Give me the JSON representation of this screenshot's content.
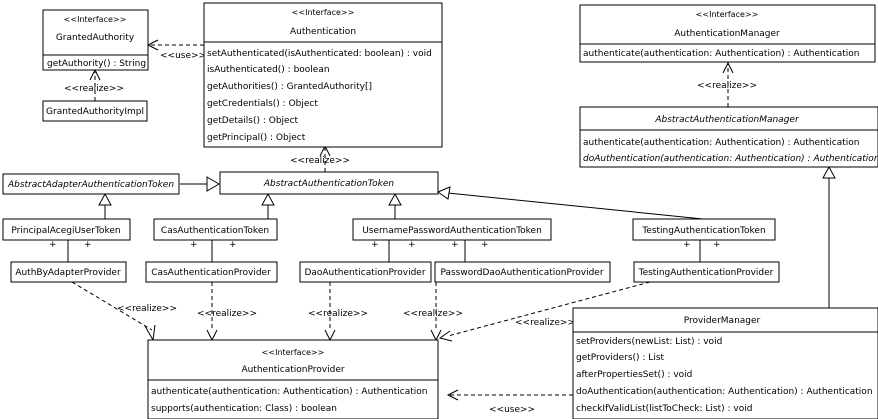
{
  "stereotype_interface": "<<Interface>>",
  "granted_authority": {
    "name": "GrantedAuthority",
    "ops": [
      "getAuthority() : String"
    ]
  },
  "granted_authority_impl": {
    "name": "GrantedAuthorityImpl"
  },
  "authentication": {
    "name": "Authentication",
    "ops": [
      "setAuthenticated(isAuthenticated: boolean) : void",
      "isAuthenticated() : boolean",
      "getAuthorities() : GrantedAuthority[]",
      "getCredentials() : Object",
      "getDetails() : Object",
      "getPrincipal() : Object"
    ]
  },
  "authentication_manager": {
    "name": "AuthenticationManager",
    "ops": [
      "authenticate(authentication: Authentication) : Authentication"
    ]
  },
  "abstract_authentication_manager": {
    "name": "AbstractAuthenticationManager",
    "ops": [
      "authenticate(authentication: Authentication) : Authentication",
      "doAuthentication(authentication: Authentication) : Authentication"
    ]
  },
  "abstract_adapter_token": {
    "name": "AbstractAdapterAuthenticationToken"
  },
  "abstract_authentication_token": {
    "name": "AbstractAuthenticationToken"
  },
  "principal_acegi_user_token": {
    "name": "PrincipalAcegiUserToken"
  },
  "cas_authentication_token": {
    "name": "CasAuthenticationToken"
  },
  "username_password_token": {
    "name": "UsernamePasswordAuthenticationToken"
  },
  "testing_authentication_token": {
    "name": "TestingAuthenticationToken"
  },
  "auth_by_adapter_provider": {
    "name": "AuthByAdapterProvider"
  },
  "cas_authentication_provider": {
    "name": "CasAuthenticationProvider"
  },
  "dao_authentication_provider": {
    "name": "DaoAuthenticationProvider"
  },
  "password_dao_authentication_provider": {
    "name": "PasswordDaoAuthenticationProvider"
  },
  "testing_authentication_provider": {
    "name": "TestingAuthenticationProvider"
  },
  "authentication_provider": {
    "name": "AuthenticationProvider",
    "ops": [
      "authenticate(authentication: Authentication) : Authentication",
      "supports(authentication: Class) : boolean"
    ]
  },
  "provider_manager": {
    "name": "ProviderManager",
    "ops": [
      "setProviders(newList: List) : void",
      "getProviders() : List",
      "afterPropertiesSet() : void",
      "doAuthentication(authentication: Authentication) : Authentication",
      "checkIfValidList(listToCheck: List) : void"
    ]
  },
  "labels": {
    "use": "<<use>>",
    "realize": "<<realize>>",
    "plus": "+"
  }
}
